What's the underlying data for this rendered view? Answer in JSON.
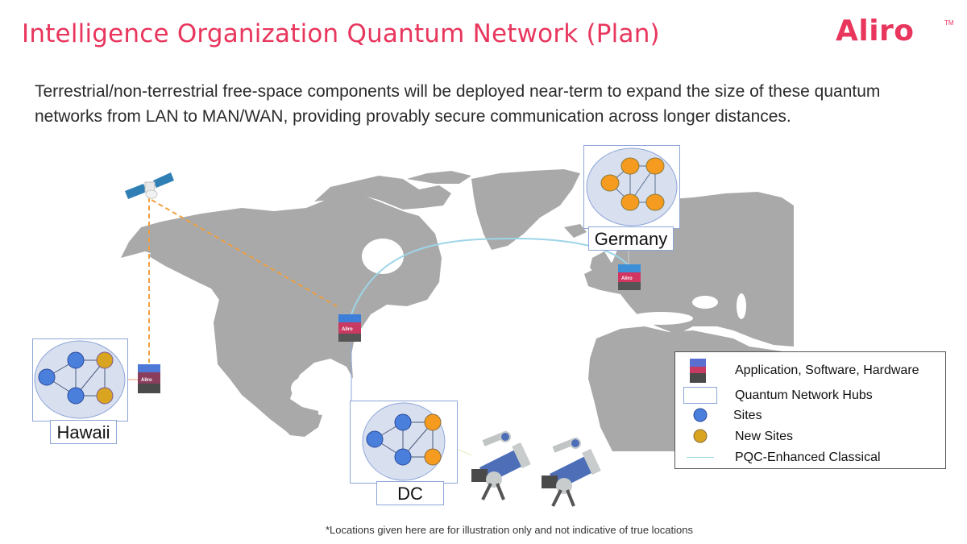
{
  "header": {
    "title": "Intelligence Organization Quantum Network (Plan)",
    "logo": "Aliro",
    "logo_tm": "TM"
  },
  "subtitle": {
    "line1": "Terrestrial/non-terrestrial free-space components will be deployed near-term to expand the size of these quantum",
    "line2": "networks from LAN to MAN/WAN, providing provably secure communication across longer distances."
  },
  "hubs": [
    {
      "label": "Germany",
      "site_colors": [
        "orange",
        "orange",
        "orange",
        "orange",
        "orange"
      ]
    },
    {
      "label": "Hawaii",
      "site_colors": [
        "blue",
        "blue",
        "blue",
        "gold",
        "gold"
      ]
    },
    {
      "label": "DC",
      "site_colors": [
        "blue",
        "blue",
        "blue",
        "orange",
        "orange"
      ]
    }
  ],
  "device_label": "Aliro",
  "legend": {
    "items": [
      {
        "icon": "device-stack-icon",
        "label": "Application, Software, Hardware"
      },
      {
        "icon": "hub-box-icon",
        "label": "Quantum Network Hubs"
      },
      {
        "icon": "blue-site-icon",
        "label": "Sites"
      },
      {
        "icon": "gold-site-icon",
        "label": "New Sites"
      },
      {
        "icon": "light-blue-line-icon",
        "label": "PQC-Enhanced Classical"
      }
    ]
  },
  "footnote": "*Locations given here are for illustration only and not indicative of true locations",
  "colors": {
    "brand": "#e8365d",
    "land": "#a9a9a9",
    "site_blue": "#4a7fdc",
    "site_gold": "#d9a520",
    "site_orange": "#f59b1f",
    "hub_fill": "#d8e0f0",
    "pqc_line": "#9dd5e8",
    "satellite_link": "#f0a040"
  }
}
